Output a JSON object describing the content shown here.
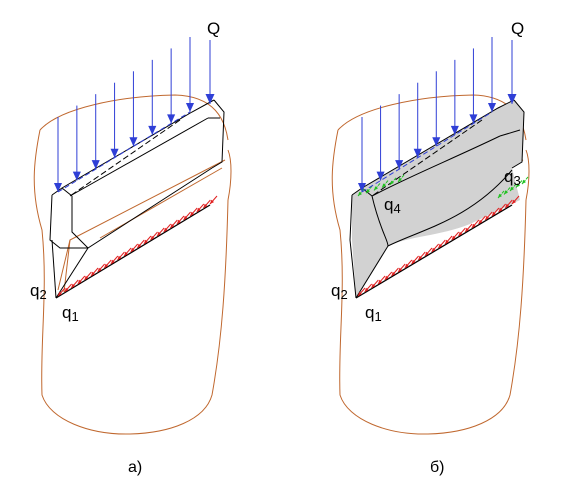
{
  "figure": {
    "colors": {
      "outline": "#000000",
      "body_outline": "#c0682f",
      "load_Q": "#2f3fd6",
      "load_q1": "#e02020",
      "load_q3_q4": "#22c222",
      "fill_b": "#d2d2d2"
    },
    "panel_a": {
      "caption": "а)",
      "labels": {
        "Q": "Q",
        "q1": "q",
        "q1_sub": "1",
        "q2": "q",
        "q2_sub": "2"
      }
    },
    "panel_b": {
      "caption": "б)",
      "labels": {
        "Q": "Q",
        "q1": "q",
        "q1_sub": "1",
        "q2": "q",
        "q2_sub": "2",
        "q3": "q",
        "q3_sub": "3",
        "q4": "q",
        "q4_sub": "4"
      }
    }
  }
}
